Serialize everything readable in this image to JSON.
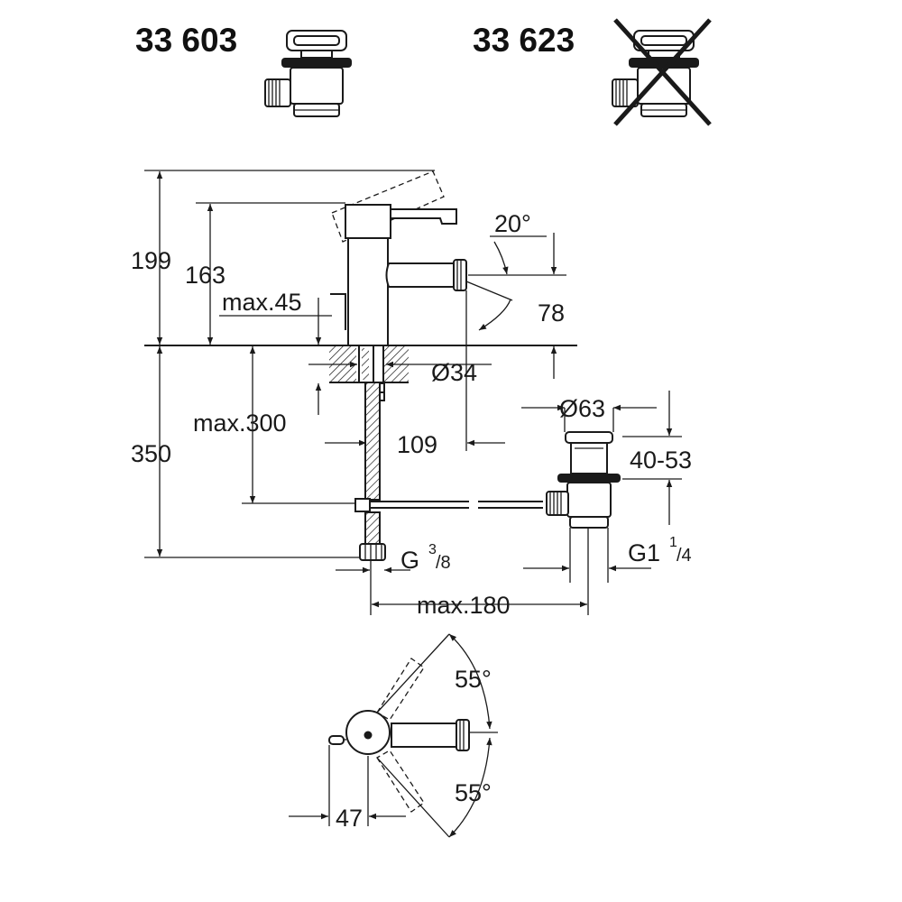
{
  "header": {
    "part_a": {
      "code": "33 603"
    },
    "part_b": {
      "code": "33 623"
    }
  },
  "dimensions": {
    "height_total": "199",
    "height_lever": "163",
    "max_deck": "max.45",
    "spout_angle": "20°",
    "spout_height": "78",
    "hole_diameter": "Ø34",
    "max_below_deck": "max.300",
    "depth_below": "350",
    "spout_offset": "109",
    "waste_diameter": "Ø63",
    "waste_range": "40-53",
    "inlet_thread_main": "G ",
    "inlet_thread_num": "3",
    "inlet_thread_den": "/8",
    "waste_thread_main": "G1",
    "waste_thread_num": "1",
    "waste_thread_den": "/4",
    "max_reach": "max.180",
    "rotation_top": "55°",
    "rotation_bottom": "55°",
    "lever_offset": "47"
  }
}
